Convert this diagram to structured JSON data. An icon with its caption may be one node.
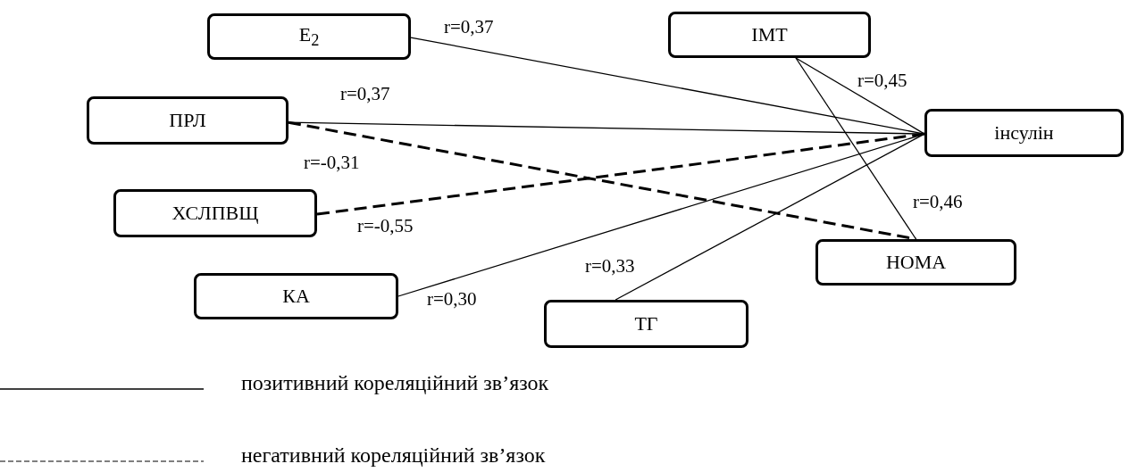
{
  "diagram": {
    "nodes": [
      {
        "text": [
          "E$_{2}$"
        ]
      },
      {
        "text": [
          "ІМТ"
        ]
      },
      {
        "text": [
          "ПРЛ"
        ]
      },
      {
        "text": [
          "інсулін"
        ]
      },
      {
        "text": [
          "ХСЛПВЩ"
        ]
      },
      {
        "text": [
          "HOMA"
        ]
      },
      {
        "text": [
          "КА"
        ]
      },
      {
        "text": [
          "ТГ"
        ]
      }
    ],
    "edges": [
      {
        "from": 0,
        "to": 3,
        "arrow": "none",
        "label": "r=0,37"
      },
      {
        "from": 2,
        "to": 3,
        "arrow": "none",
        "label": "r=0,37"
      },
      {
        "from": 2,
        "to": 5,
        "arrow": "none",
        "label": "r=-0,31",
        "style": "dashed"
      },
      {
        "from": 4,
        "to": 3,
        "arrow": "none",
        "label": "r=-0,55",
        "style": "dashed"
      },
      {
        "from": 6,
        "to": 3,
        "arrow": "none",
        "label": "r=0,30"
      },
      {
        "from": 7,
        "to": 3,
        "arrow": "none",
        "label": "r=0,33"
      },
      {
        "from": 1,
        "to": 3,
        "arrow": "none",
        "label": "r=0,45"
      },
      {
        "from": 1,
        "to": 5,
        "arrow": "none",
        "label": "r=0,46"
      }
    ],
    "legend": [
      {
        "text": "позитивний кореляційний зв’язок"
      },
      {
        "text": "негативний кореляційний зв’язок"
      }
    ]
  }
}
